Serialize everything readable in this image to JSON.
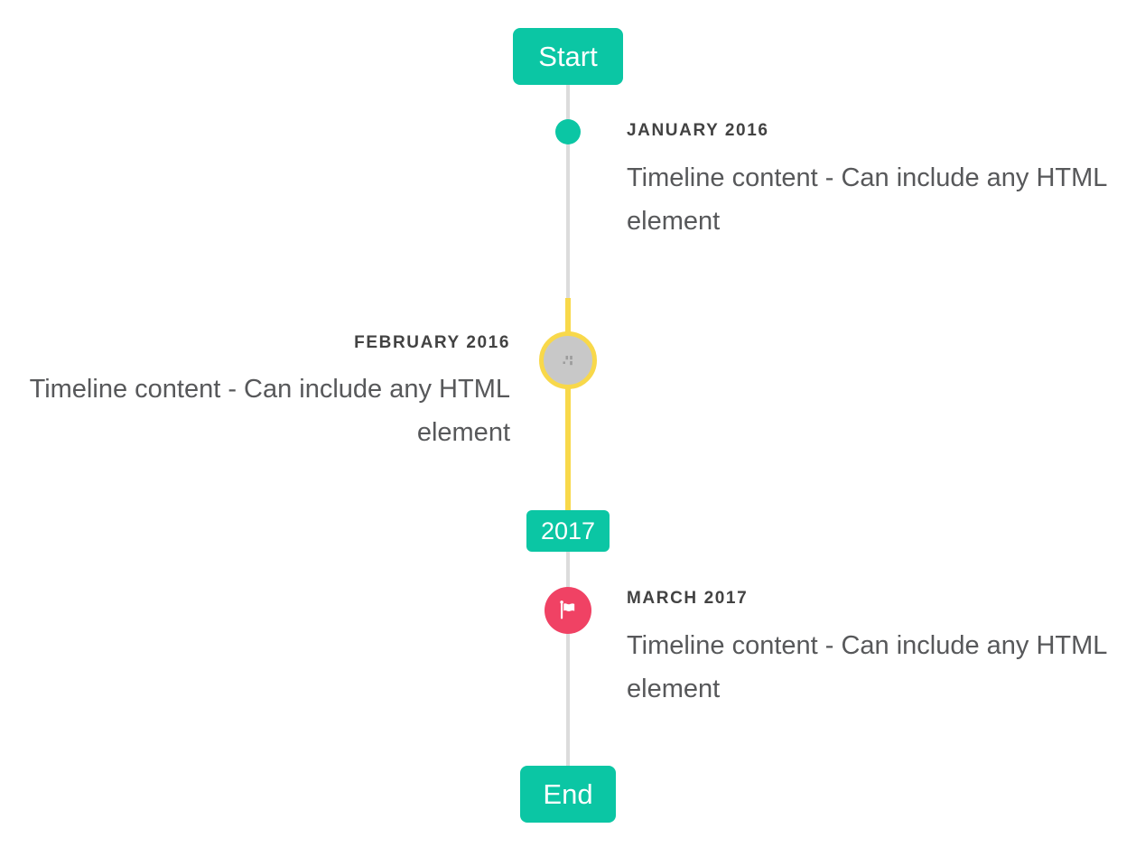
{
  "colors": {
    "accent_teal": "#0bc6a4",
    "accent_red": "#f04264",
    "accent_yellow": "#f8d84a",
    "line_gray": "#dcdcdc",
    "marker_gray_fill": "#c8c8c8",
    "title_text": "#424242",
    "content_text": "#57585a",
    "badge_text": "#ffffff"
  },
  "timeline": {
    "start_badge": {
      "label": "Start"
    },
    "year_badge": {
      "label": "2017"
    },
    "end_badge": {
      "label": "End"
    },
    "events": [
      {
        "title": "JANUARY 2016",
        "content": "Timeline content - Can include any HTML element",
        "side": "right",
        "marker": "teal-dot"
      },
      {
        "title": "FEBRUARY 2016",
        "content": "Timeline content - Can include any HTML element",
        "side": "left",
        "marker": "gray-circle-yellow-ring-broken-image"
      },
      {
        "title": "MARCH 2017",
        "content": "Timeline content - Can include any HTML element",
        "side": "right",
        "marker": "red-circle-flag"
      }
    ]
  },
  "icons": {
    "flag": "flag-icon",
    "broken_image": "broken-image-icon"
  }
}
